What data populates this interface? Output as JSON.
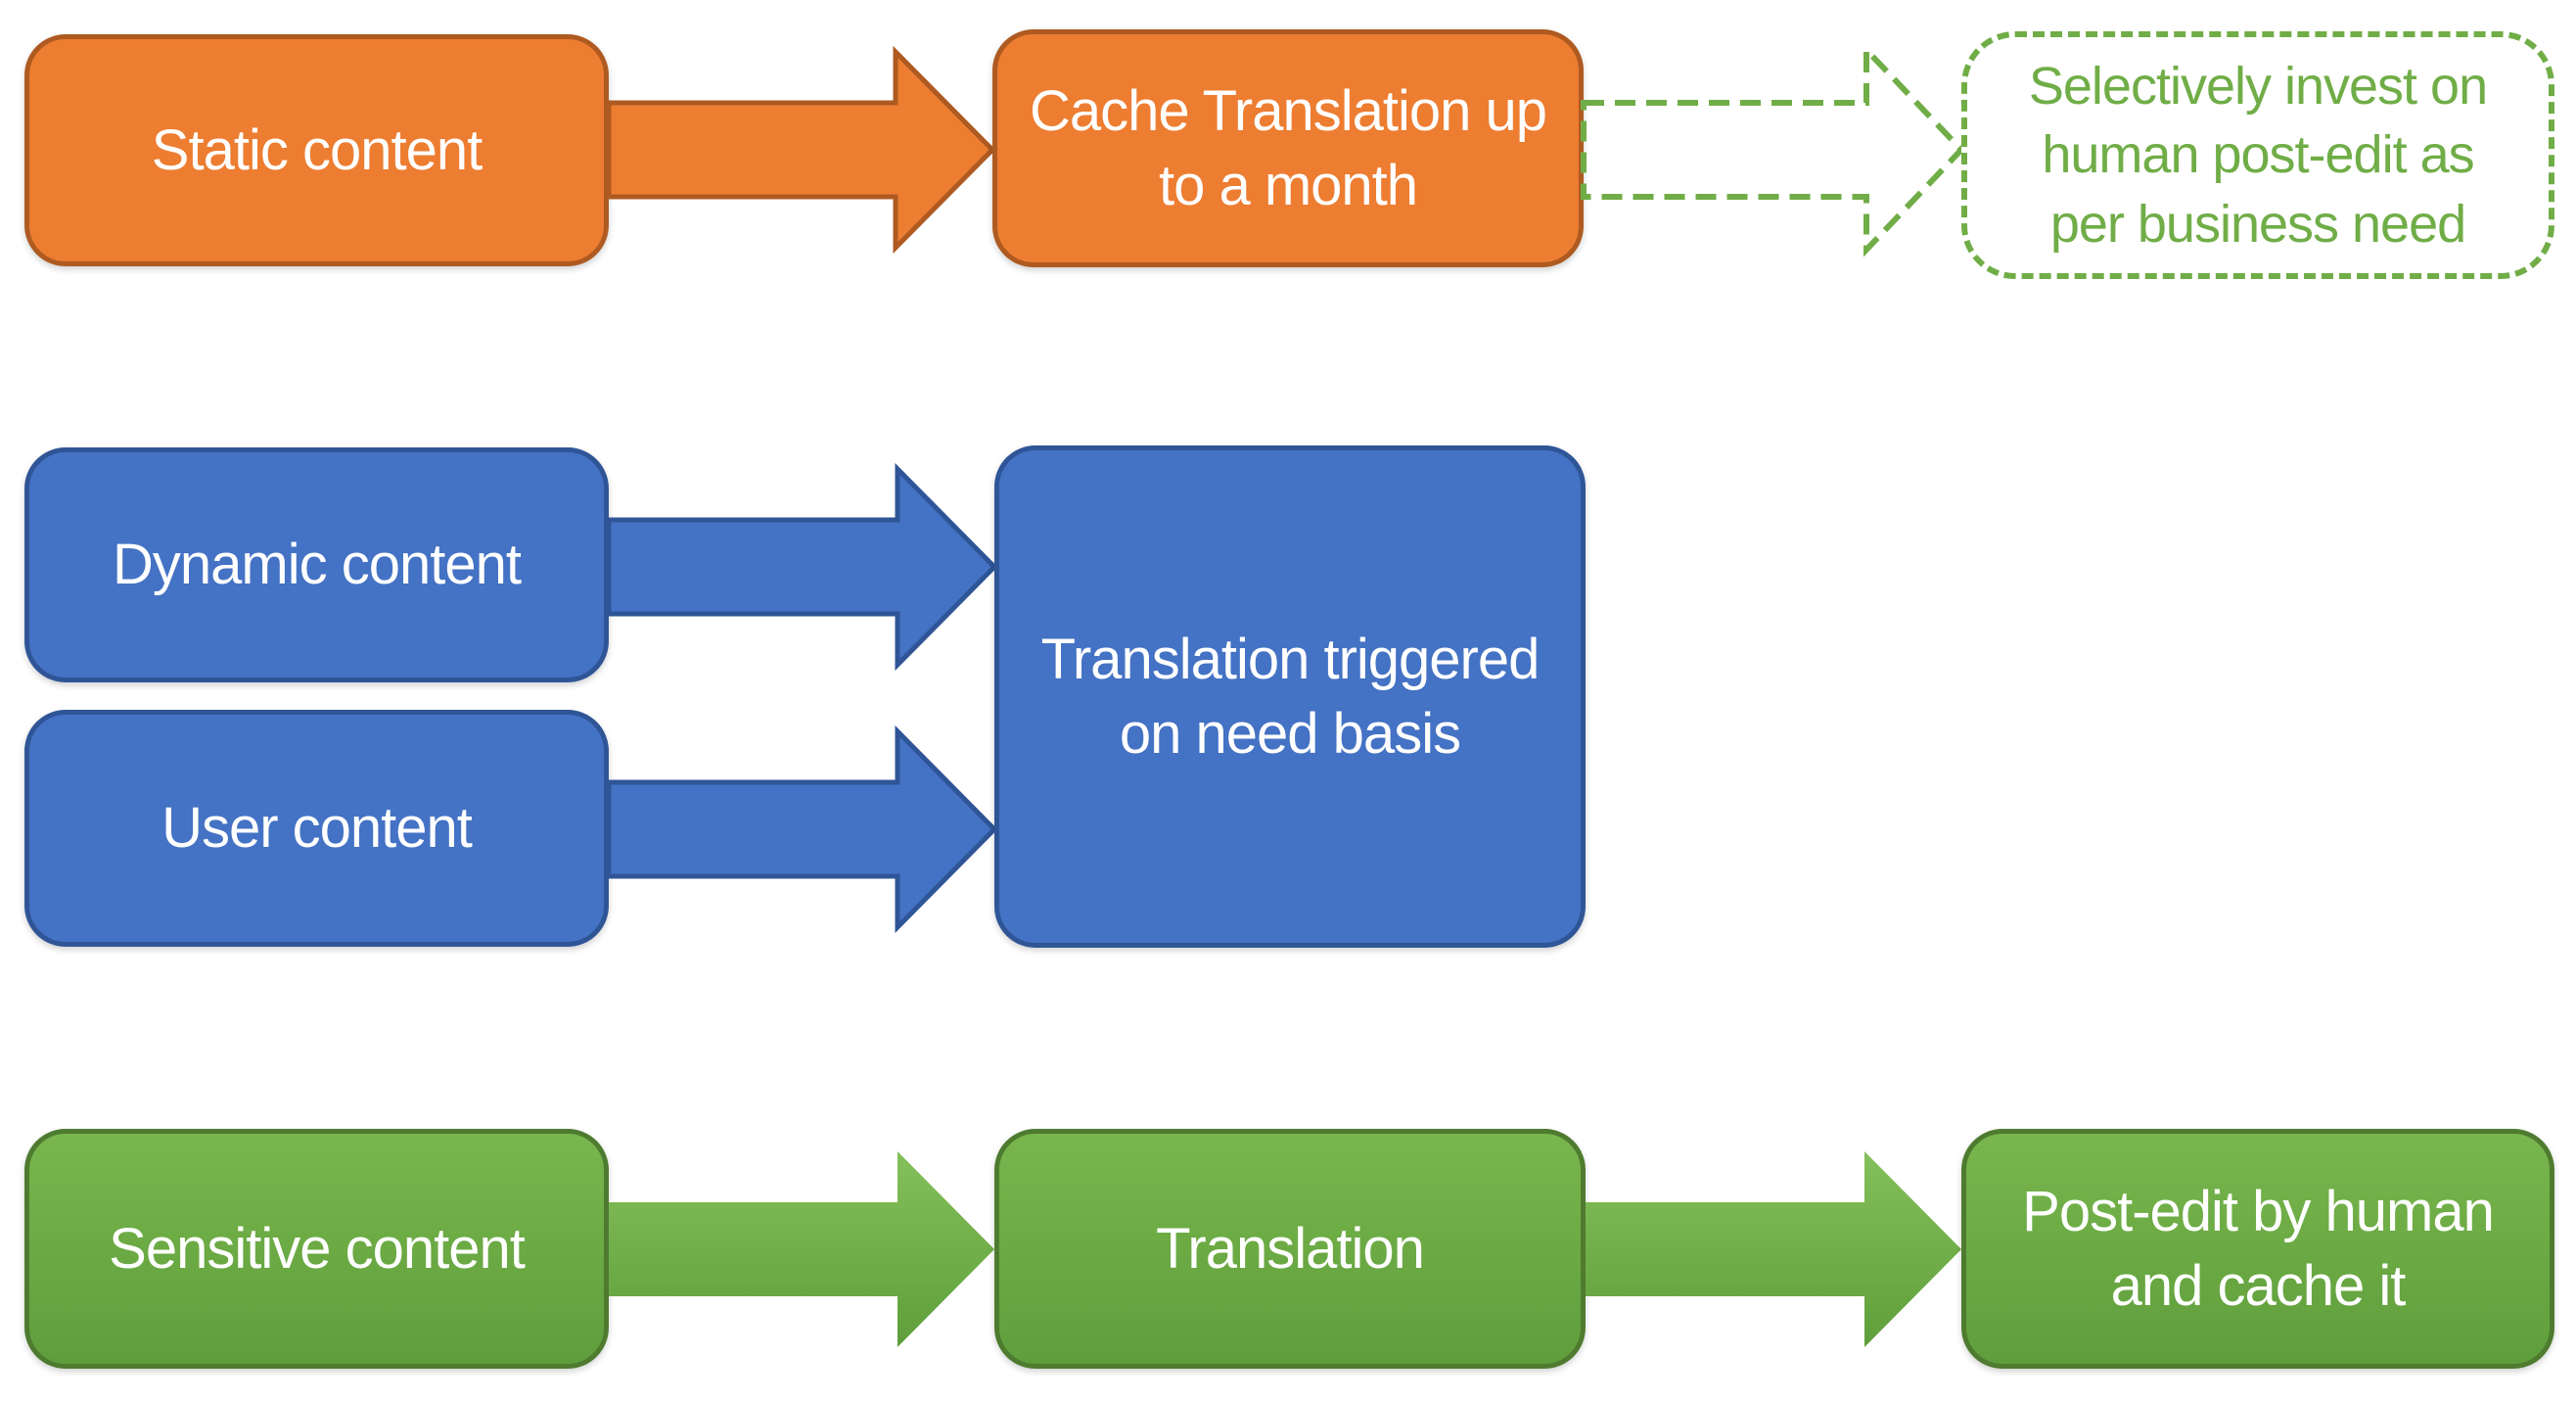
{
  "diagram": {
    "type": "flowchart",
    "background": "#FFFFFF",
    "nodes": {
      "static": {
        "label": "Static content",
        "shape": "rounded-rect",
        "theme": "orange"
      },
      "cache": {
        "label": "Cache Translation up\nto a month",
        "shape": "rounded-rect",
        "theme": "orange"
      },
      "selective": {
        "label": "Selectively invest on\nhuman post-edit as\nper business need",
        "shape": "rounded-rect-dashed",
        "theme": "green-outline"
      },
      "dynamic": {
        "label": "Dynamic content",
        "shape": "rounded-rect",
        "theme": "blue"
      },
      "user": {
        "label": "User content",
        "shape": "rounded-rect",
        "theme": "blue"
      },
      "triggered": {
        "label": "Translation triggered\non need basis",
        "shape": "rounded-rect",
        "theme": "blue"
      },
      "sensitive": {
        "label": "Sensitive content",
        "shape": "rounded-rect",
        "theme": "green"
      },
      "translation": {
        "label": "Translation",
        "shape": "rounded-rect",
        "theme": "green"
      },
      "postedit": {
        "label": "Post-edit by human\nand cache it",
        "shape": "rounded-rect",
        "theme": "green"
      }
    },
    "connectors": [
      {
        "from": "static",
        "to": "cache",
        "style": "solid-block-arrow",
        "color": "orange"
      },
      {
        "from": "cache",
        "to": "selective",
        "style": "dashed-outline-arrow",
        "color": "green"
      },
      {
        "from": "dynamic",
        "to": "triggered",
        "style": "solid-block-arrow",
        "color": "blue"
      },
      {
        "from": "user",
        "to": "triggered",
        "style": "solid-block-arrow",
        "color": "blue"
      },
      {
        "from": "sensitive",
        "to": "translation",
        "style": "solid-block-arrow",
        "color": "green"
      },
      {
        "from": "translation",
        "to": "postedit",
        "style": "solid-block-arrow",
        "color": "green"
      }
    ],
    "colors": {
      "orange_fill": "#ED7D31",
      "orange_border": "#AE5A21",
      "blue_fill": "#4472C4",
      "blue_border": "#2F5597",
      "green_fill_top": "#79B64E",
      "green_fill_bottom": "#5F9E3C",
      "green_border": "#4E7B2F",
      "green_arrow_top": "#84C05B",
      "green_arrow_bottom": "#5F9E3A",
      "dashed_green": "#70AD47",
      "label_text": "#FFFFFF",
      "dashed_label_text": "#70AD47"
    }
  }
}
